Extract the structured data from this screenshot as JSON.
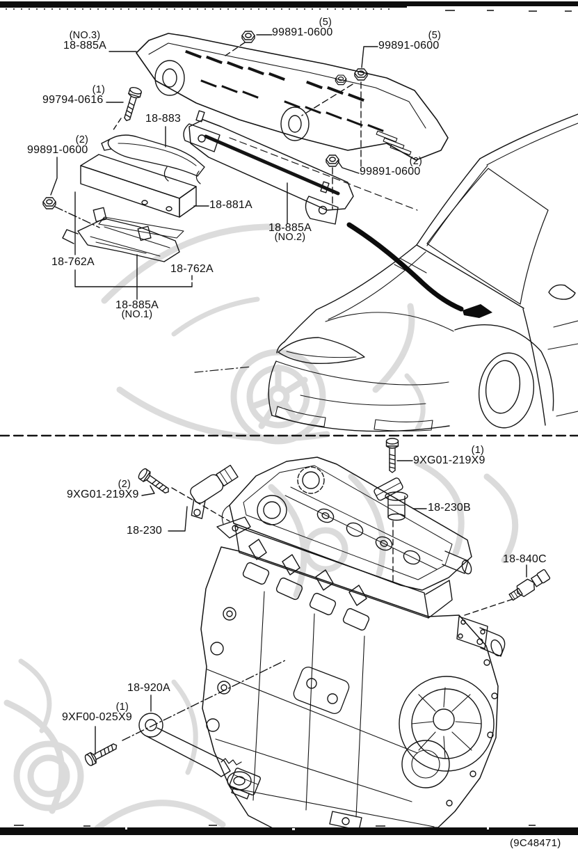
{
  "page": {
    "footer_code": "(9C48471)"
  },
  "top_section": {
    "labels": {
      "cover_no3": {
        "qualifier": "(NO.3)",
        "part": "18-885A"
      },
      "nut_5a": {
        "qty": "(5)",
        "part": "99891-0600"
      },
      "nut_5b": {
        "qty": "(5)",
        "part": "99891-0600"
      },
      "bolt_99794": {
        "qty": "(1)",
        "part": "99794-0616"
      },
      "bracket_18_883": {
        "part": "18-883"
      },
      "nut_2_left": {
        "qty": "(2)",
        "part": "99891-0600"
      },
      "ecu_18_881a": {
        "part": "18-881A"
      },
      "nut_2_right": {
        "qty": "(2)",
        "part": "99891-0600"
      },
      "insulator_no2": {
        "part": "18-885A",
        "qualifier": "(NO.2)"
      },
      "bracket_762_left": {
        "part": "18-762A"
      },
      "bracket_762_right": {
        "part": "18-762A"
      },
      "insulator_no1": {
        "part": "18-885A",
        "qualifier": "(NO.1)"
      }
    }
  },
  "bottom_section": {
    "labels": {
      "bolt_9xg01_1": {
        "qty": "(1)",
        "part": "9XG01-219X9"
      },
      "bolt_9xg01_2": {
        "qty": "(2)",
        "part": "9XG01-219X9"
      },
      "sensor_18_230": {
        "part": "18-230"
      },
      "sensor_18_230b": {
        "part": "18-230B"
      },
      "sensor_18_840c": {
        "part": "18-840C"
      },
      "sensor_18_920a": {
        "part": "18-920A"
      },
      "bolt_9xf00": {
        "qty": "(1)",
        "part": "9XF00-025X9"
      }
    }
  }
}
